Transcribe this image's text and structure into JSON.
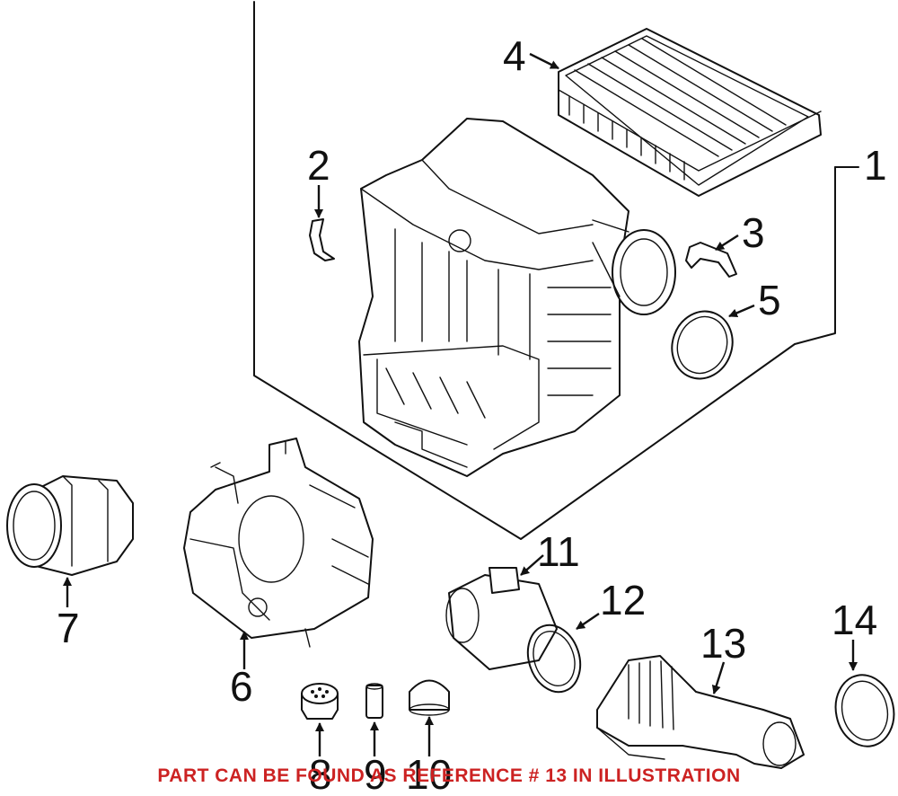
{
  "diagram": {
    "callouts": [
      "1",
      "2",
      "3",
      "4",
      "5",
      "6",
      "7",
      "8",
      "9",
      "10",
      "11",
      "12",
      "13",
      "14"
    ],
    "note": "PART CAN BE FOUND AS REFERENCE # 13 IN ILLUSTRATION",
    "colors": {
      "line": "#111111",
      "note": "#cc2222",
      "background": "#ffffff"
    }
  }
}
